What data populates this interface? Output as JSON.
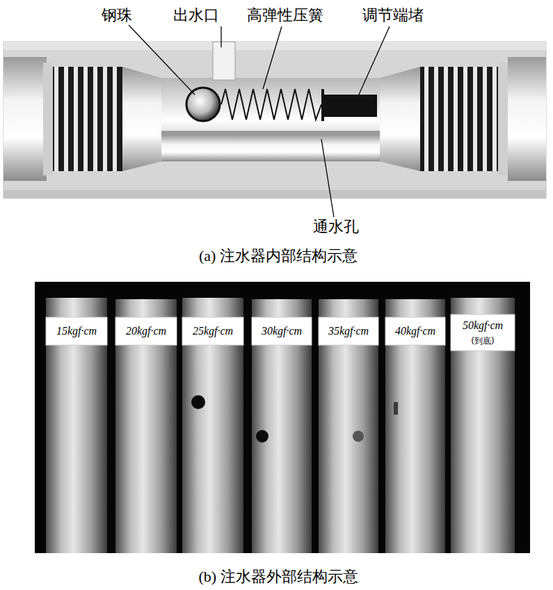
{
  "diagram": {
    "labels": [
      "钢珠",
      "出水口",
      "高弹性压簧",
      "调节端堵",
      "通水孔",
      "(a) 注水器内部结构示意",
      "15kgf·cm",
      "20kgf·cm",
      "25kgf·cm",
      "30kgf·cm",
      "35kgf·cm",
      "40kgf·cm",
      "50kgf·cm",
      "(到底)",
      "(b) 注水器外部结构示意"
    ]
  }
}
